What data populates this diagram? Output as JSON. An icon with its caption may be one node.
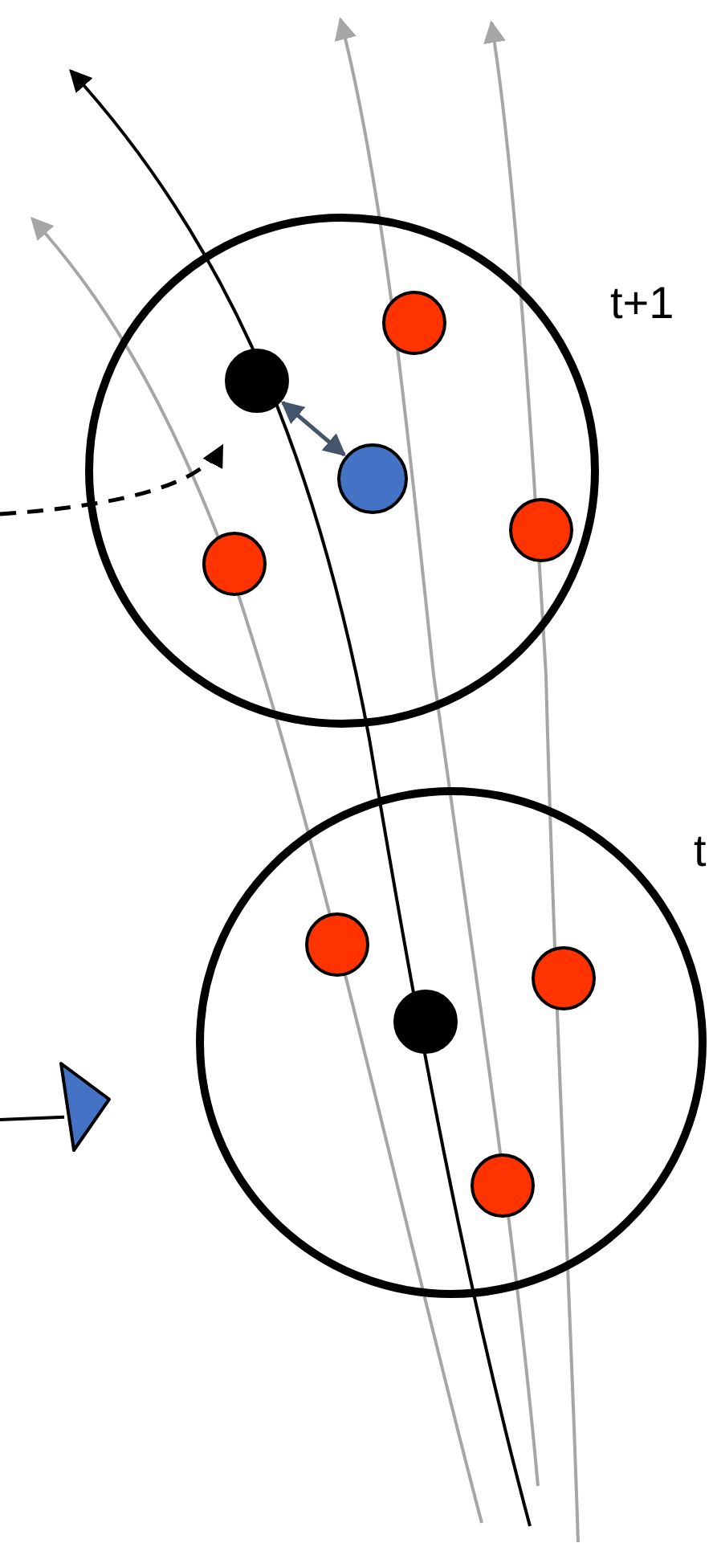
{
  "diagram": {
    "nodes": [
      {
        "text": [
          "t+1"
        ]
      },
      {
        "text": [],
        "shape": "circle",
        "in": 0
      },
      {
        "text": [],
        "shape": "circle",
        "in": 0
      },
      {
        "text": [],
        "shape": "circle",
        "in": 0
      },
      {
        "text": [],
        "shape": "circle",
        "in": 0
      },
      {
        "text": [],
        "shape": "circle",
        "in": 0
      },
      {
        "text": [
          "t"
        ]
      },
      {
        "text": [],
        "shape": "circle",
        "in": 6
      },
      {
        "text": [],
        "shape": "circle",
        "in": 6
      },
      {
        "text": [],
        "shape": "circle",
        "in": 6
      },
      {
        "text": [],
        "shape": "circle",
        "in": 6
      },
      {
        "text": [],
        "shape": "triangle"
      }
    ],
    "edges": [
      {
        "from": 2,
        "to": 3,
        "arrow": "both",
        "color": "#44546a"
      },
      {
        "from": null,
        "to": 2,
        "arrow": "to",
        "style": "dashed"
      },
      {
        "from": null,
        "to": 11,
        "arrow": "none"
      }
    ]
  }
}
